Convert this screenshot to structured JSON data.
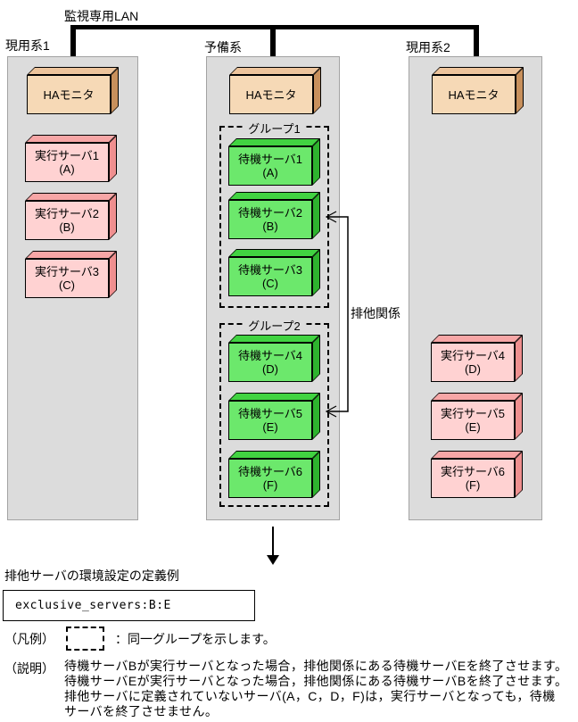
{
  "figure": {
    "lan_label": "監視専用LAN",
    "relation_label": "排他関係",
    "systems": [
      {
        "label": "現用系1",
        "monitor": "HAモニタ",
        "servers": [
          {
            "name": "実行サーバ1",
            "sub": "(A)"
          },
          {
            "name": "実行サーバ2",
            "sub": "(B)"
          },
          {
            "name": "実行サーバ3",
            "sub": "(C)"
          }
        ]
      },
      {
        "label": "予備系",
        "monitor": "HAモニタ",
        "groups": [
          {
            "label": "グループ1",
            "servers": [
              {
                "name": "待機サーバ1",
                "sub": "(A)"
              },
              {
                "name": "待機サーバ2",
                "sub": "(B)"
              },
              {
                "name": "待機サーバ3",
                "sub": "(C)"
              }
            ]
          },
          {
            "label": "グループ2",
            "servers": [
              {
                "name": "待機サーバ4",
                "sub": "(D)"
              },
              {
                "name": "待機サーバ5",
                "sub": "(E)"
              },
              {
                "name": "待機サーバ6",
                "sub": "(F)"
              }
            ]
          }
        ]
      },
      {
        "label": "現用系2",
        "monitor": "HAモニタ",
        "servers": [
          {
            "name": "実行サーバ4",
            "sub": "(D)"
          },
          {
            "name": "実行サーバ5",
            "sub": "(E)"
          },
          {
            "name": "実行サーバ6",
            "sub": "(F)"
          }
        ]
      }
    ]
  },
  "definition": {
    "heading": "排他サーバの環境設定の定義例",
    "code": "exclusive_servers:B:E"
  },
  "legend": {
    "label": "（凡例）",
    "desc": "：同一グループを示します。"
  },
  "explanation": {
    "label": "（説明）",
    "lines": [
      "待機サーバBが実行サーバとなった場合，排他関係にある待機サーバEを終了させます。",
      "待機サーバEが実行サーバとなった場合，排他関係にある待機サーバBを終了させます。",
      "排他サーバに定義されていないサーバ(A，C，D，F)は，実行サーバとなっても，待機",
      "サーバを終了させません。"
    ]
  },
  "colors": {
    "panel_bg": "#dcdcdc",
    "monitor_front": "#f6d9b6",
    "monitor_side": "#c8905c",
    "exec_front": "#ffd2d2",
    "exec_side": "#ef8f8f",
    "standby_front": "#6ce86c",
    "standby_side": "#2eb32e",
    "line": "#000000"
  }
}
